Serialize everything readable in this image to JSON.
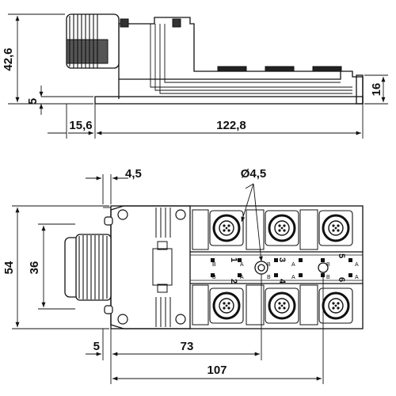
{
  "dimensions": {
    "height_total": "42,6",
    "body_offset": "5",
    "connector_height": "16",
    "cable_offset": "15,6",
    "length_side": "122,8",
    "flange_width": "4,5",
    "hole_diameter": "Ø4,5",
    "width_total": "54",
    "width_inner": "36",
    "bottom_offset": "5",
    "hole_spacing": "73",
    "length_top": "107"
  },
  "ports": [
    {
      "number": "1",
      "a": "A",
      "b": "B"
    },
    {
      "number": "3",
      "a": "A",
      "b": "B"
    },
    {
      "number": "5",
      "a": "A",
      "b": "B"
    },
    {
      "number": "2",
      "a": "A",
      "b": "B"
    },
    {
      "number": "4",
      "a": "A",
      "b": "B"
    },
    {
      "number": "6",
      "a": "A",
      "b": "B"
    }
  ],
  "colors": {
    "line": "#111111",
    "body": "#1a1a1a",
    "background": "#ffffff"
  }
}
